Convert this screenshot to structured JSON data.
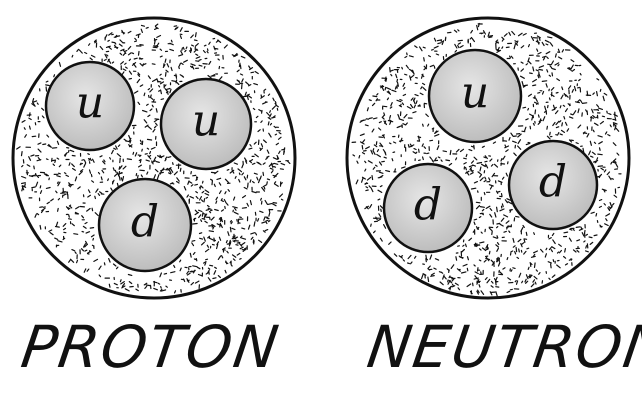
{
  "particles": [
    {
      "label": "PROTON",
      "quarks": [
        "u",
        "u",
        "d"
      ]
    },
    {
      "label": "NEUTRON",
      "quarks": [
        "u",
        "d",
        "d"
      ]
    }
  ],
  "colors": {
    "outline": "#111111",
    "quark_fill": "#cfcfcf",
    "background": "#ffffff"
  }
}
